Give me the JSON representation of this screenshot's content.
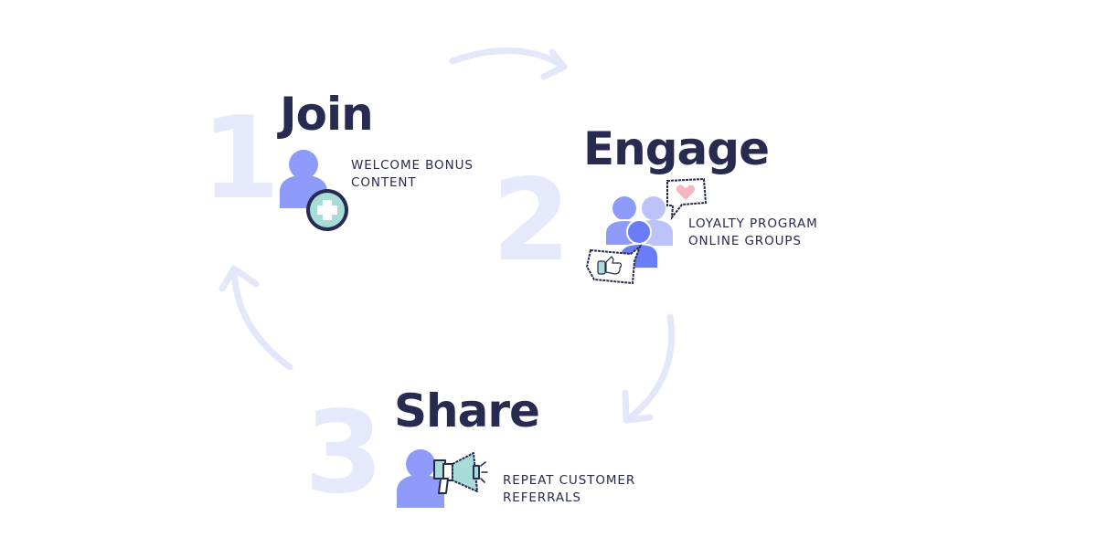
{
  "diagram": {
    "type": "cycle",
    "colors": {
      "title": "#262b4f",
      "step_number": "#e6e8fb",
      "arrow": "#e4e6fa",
      "person_primary": "#8f9bfa",
      "person_light": "#bcc3fb",
      "person_dark": "#6b7cf7",
      "accent_teal": "#a8dcd8",
      "accent_pink": "#f7b6bd",
      "outline": "#262b4f"
    },
    "steps": [
      {
        "number": "1",
        "title": "Join",
        "icon": "person-plus-icon",
        "lines": [
          "WELCOME BONUS",
          "CONTENT"
        ]
      },
      {
        "number": "2",
        "title": "Engage",
        "icon": "group-heart-like-icon",
        "lines": [
          "LOYALTY PROGRAM",
          "ONLINE GROUPS"
        ]
      },
      {
        "number": "3",
        "title": "Share",
        "icon": "person-megaphone-icon",
        "lines": [
          "REPEAT CUSTOMER",
          "REFERRALS"
        ]
      }
    ],
    "arrows": [
      {
        "from": "1",
        "to": "2",
        "icon": "curved-arrow-right-icon"
      },
      {
        "from": "2",
        "to": "3",
        "icon": "curved-arrow-down-icon"
      },
      {
        "from": "3",
        "to": "1",
        "icon": "curved-arrow-up-icon"
      }
    ]
  }
}
